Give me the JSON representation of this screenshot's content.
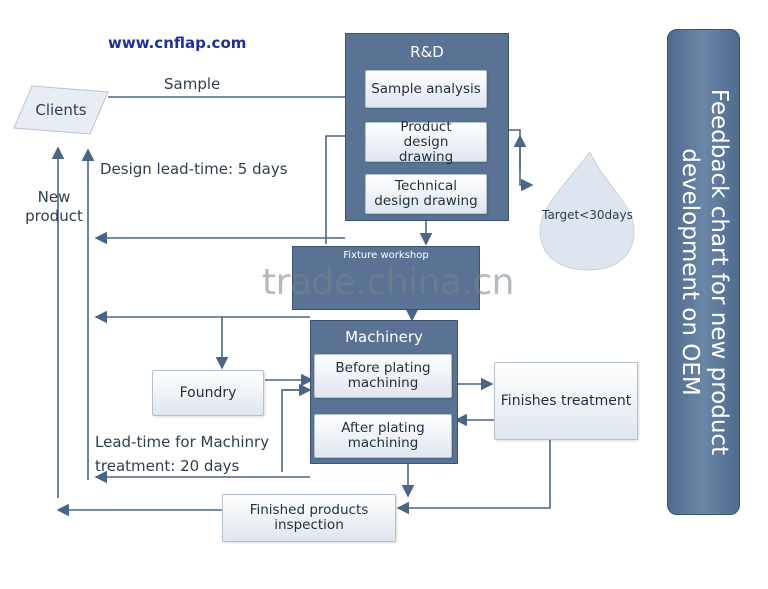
{
  "website": "www.cnflap.com",
  "nodes": {
    "clients": "Clients",
    "rnd": "R&D",
    "sample_analysis": "Sample analysis",
    "product_design": "Product design drawing",
    "technical_design": "Technical design drawing",
    "fixture_workshop": "Fixture workshop",
    "machinery": "Machinery",
    "before_plating": "Before plating machining",
    "after_plating": "After plating machining",
    "foundry": "Foundry",
    "finishes_treatment": "Finishes treatment",
    "finished_inspection": "Finished products inspection",
    "target": "Target<30days"
  },
  "labels": {
    "sample": "Sample",
    "design_lead_time": "Design lead-time: 5 days",
    "new_product": "New product",
    "lead_time_machinery": "Lead-time for Machinry treatment: 20 days"
  },
  "side_title": "Feedback chart for new product development on OEM",
  "watermark": "trade.china.cn",
  "colors": {
    "panel": "#5a7394",
    "arrow": "#4a6585",
    "url": "#1f2f9c"
  }
}
